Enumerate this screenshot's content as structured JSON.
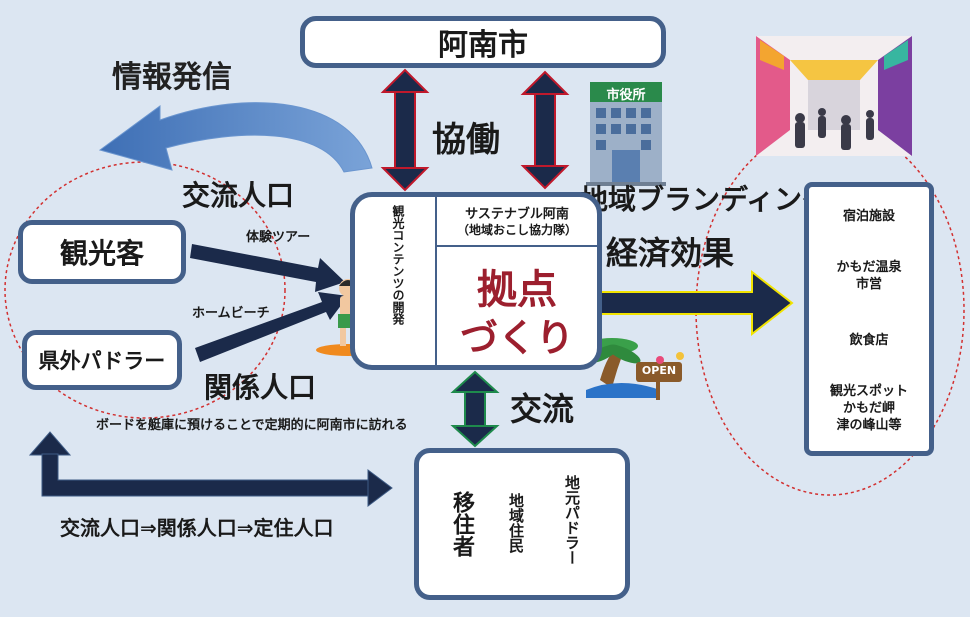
{
  "city": "阿南市",
  "city_office_sign": "市役所",
  "info_label": "情報発信",
  "cooperation_label": "協働",
  "branding_label": "地域ブランディング",
  "economic_label": "経済効果",
  "exchange_pop_label": "交流人口",
  "related_pop_label": "関係人口",
  "exchange_label": "交流",
  "tourist_label": "観光客",
  "paddler_label": "県外パドラー",
  "tour_label": "体験ツアー",
  "beach_label": "ホームビーチ",
  "board_note": "ボードを艇庫に預けることで定期的に阿南市に訪れる",
  "flow_label": "交流人口⇒関係人口⇒定住人口",
  "hub": {
    "content_dev": "観光コンテンツの開発",
    "sustainable": "サステナブル阿南",
    "volunteers": "（地域おこし協力隊）",
    "base_line1": "拠点",
    "base_line2": "づくり"
  },
  "benefits": [
    "宿泊施設",
    "かもだ温泉\n市営",
    "飲食店",
    "観光スポット\nかもだ岬\n津の峰山等"
  ],
  "residents": [
    "移住者",
    "地域住民",
    "地元パドラー"
  ],
  "open_sign": "OPEN",
  "colors": {
    "border": "#44608a",
    "navy": "#1b2a4a",
    "red": "#c0192c",
    "green": "#1e8a4c",
    "hub_red": "#9c1f2e"
  }
}
